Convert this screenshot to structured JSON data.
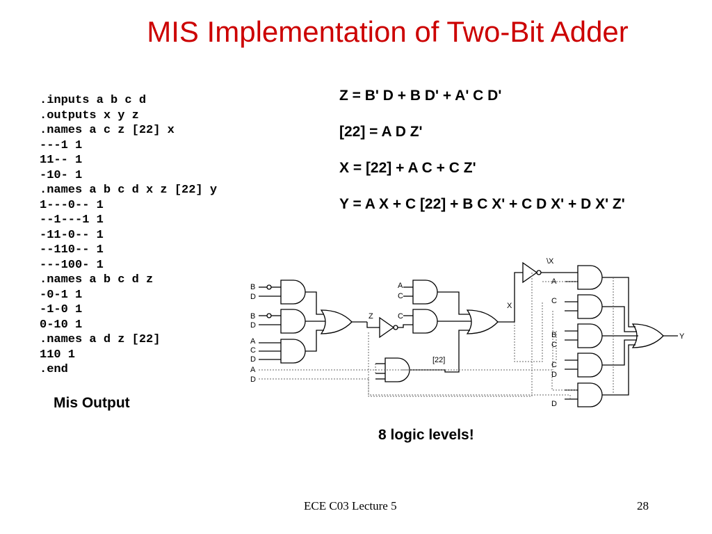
{
  "title": "MIS Implementation of Two-Bit Adder",
  "mis_output_lines": [
    ".inputs a b c d",
    ".outputs x y z",
    ".names a c z [22] x",
    "---1 1",
    "11-- 1",
    "-10- 1",
    ".names a b c d x z [22] y",
    "1---0-- 1",
    "--1---1 1",
    "-11-0-- 1",
    "--110-- 1",
    "---100- 1",
    ".names a b c d z",
    "-0-1 1",
    "-1-0 1",
    "0-10 1",
    ".names a d z [22]",
    "110 1",
    ".end"
  ],
  "mis_output_caption": "Mis Output",
  "equations": [
    "Z = B' D + B D' + A' C D'",
    "[22] = A D Z'",
    "X = [22] + A C + C Z'",
    "Y = A X + C [22] + B C X' + C D X' + D X' Z'"
  ],
  "circuit_labels": {
    "b1": "B",
    "d1": "D",
    "b2": "B",
    "d2": "D",
    "a1": "A",
    "c1": "C",
    "d3": "D",
    "a2": "A",
    "d4": "D",
    "z": "Z",
    "a3": "A",
    "c2": "C",
    "c3": "C",
    "n22": "[22]",
    "x": "X",
    "xbar": "\\X",
    "y_a": "A",
    "y_c": "C",
    "y_b": "B",
    "y_c2": "C",
    "y_c3": "C",
    "y_d": "D",
    "y_d2": "D",
    "y": "Y"
  },
  "levels_note": "8 logic levels!",
  "footer": {
    "course": "ECE C03 Lecture 5",
    "page_number": "28"
  },
  "colors": {
    "title": "#cc0000",
    "text": "#000000"
  }
}
